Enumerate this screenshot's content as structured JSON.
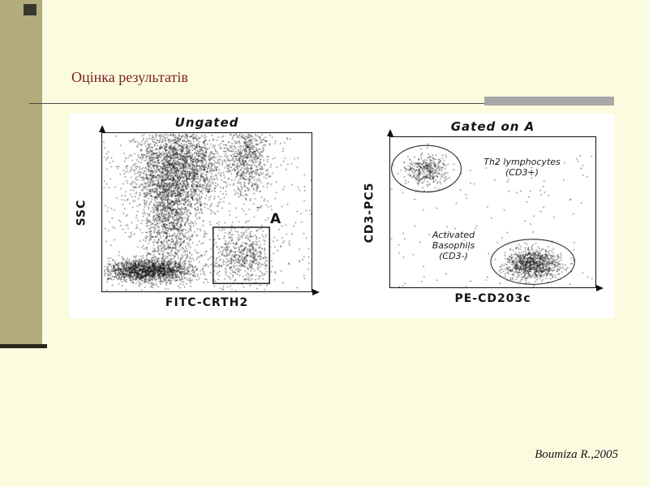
{
  "slide": {
    "title": "Оцінка результатів",
    "citation": "Boumiza R.,2005"
  },
  "colors": {
    "background": "#fbfbe0",
    "band": "#b2ab7c",
    "band_notch": "#38382a",
    "band_line": "#26261c",
    "rule": "#4c4c4c",
    "accent_bar": "#a8a8a8",
    "title": "#7b2020",
    "panel": "#ffffff",
    "ink": "#111111"
  },
  "chart_data": [
    {
      "type": "scatter",
      "title": "Ungated",
      "xlabel": "FITC-CRTH2",
      "ylabel": "SSC",
      "axis_style": "arrow axes, no numeric tick labels (flow cytometry dot plot)",
      "clusters": [
        {
          "name": "main-leukocyte-column-upper",
          "cx": 0.36,
          "cy": 0.21,
          "sx": 0.105,
          "sy": 0.145,
          "n": 2300
        },
        {
          "name": "main-column-lower-tail",
          "cx": 0.315,
          "cy": 0.56,
          "sx": 0.06,
          "sy": 0.17,
          "n": 1000
        },
        {
          "name": "upper-right-population",
          "cx": 0.69,
          "cy": 0.16,
          "sx": 0.055,
          "sy": 0.14,
          "n": 700
        },
        {
          "name": "dense-bottom-left-population",
          "cx": 0.22,
          "cy": 0.865,
          "sx": 0.105,
          "sy": 0.038,
          "n": 1600
        },
        {
          "name": "gate-A-population",
          "cx": 0.66,
          "cy": 0.78,
          "sx": 0.075,
          "sy": 0.09,
          "n": 500
        },
        {
          "name": "background-noise",
          "uniform": true,
          "cx": 0.5,
          "cy": 0.5,
          "sx": 0.5,
          "sy": 0.5,
          "n": 450
        }
      ],
      "regions": [
        {
          "shape": "rect",
          "label": "A",
          "x": 0.53,
          "y": 0.595,
          "w": 0.27,
          "h": 0.355
        }
      ]
    },
    {
      "type": "scatter",
      "title": "Gated on A",
      "xlabel": "PE-CD203c",
      "ylabel": "CD3-PC5",
      "axis_style": "arrow axes, no numeric tick labels (flow cytometry dot plot)",
      "clusters": [
        {
          "name": "th2-lymphocytes-cd3pos",
          "cx": 0.175,
          "cy": 0.21,
          "sx": 0.05,
          "sy": 0.05,
          "n": 350
        },
        {
          "name": "activated-basophils-cd3neg",
          "cx": 0.69,
          "cy": 0.84,
          "sx": 0.065,
          "sy": 0.05,
          "n": 900
        },
        {
          "name": "background-noise",
          "uniform": true,
          "cx": 0.5,
          "cy": 0.55,
          "sx": 0.5,
          "sy": 0.45,
          "n": 130
        }
      ],
      "regions": [
        {
          "shape": "ellipse",
          "label": "Th2 lymphocytes\n(CD3+)",
          "cx": 0.175,
          "cy": 0.21,
          "rx": 0.17,
          "ry": 0.155
        },
        {
          "shape": "ellipse",
          "label": "Activated\nBasophils\n(CD3-)",
          "cx": 0.695,
          "cy": 0.83,
          "rx": 0.205,
          "ry": 0.15
        }
      ]
    }
  ]
}
